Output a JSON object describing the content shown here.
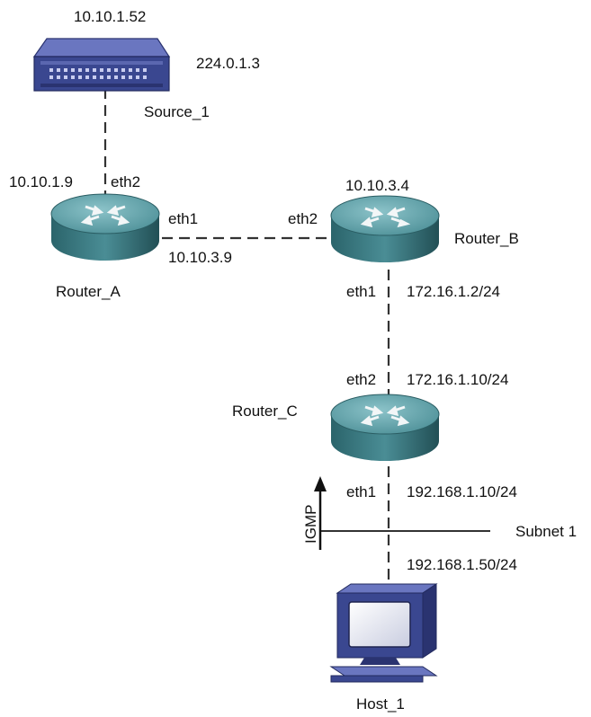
{
  "source": {
    "name": "Source_1",
    "ip": "10.10.1.52",
    "group": "224.0.1.3"
  },
  "router_a": {
    "name": "Router_A",
    "eth2_label": "eth2",
    "eth2_ip": "10.10.1.9",
    "eth1_label": "eth1",
    "eth1_ip": "10.10.3.9"
  },
  "router_b": {
    "name": "Router_B",
    "eth2_label": "eth2",
    "eth2_ip": "10.10.3.4",
    "eth1_label": "eth1",
    "eth1_ip": "172.16.1.2/24"
  },
  "router_c": {
    "name": "Router_C",
    "eth2_label": "eth2",
    "eth2_ip": "172.16.1.10/24",
    "eth1_label": "eth1",
    "eth1_ip": "192.168.1.10/24"
  },
  "subnet": {
    "name": "Subnet 1",
    "protocol": "IGMP"
  },
  "host": {
    "name": "Host_1",
    "ip": "192.168.1.50/24"
  },
  "colors": {
    "router_top": "#5f9ea5",
    "router_side": "#2f6f78",
    "device_blue": "#3a4790",
    "link": "#333333"
  }
}
